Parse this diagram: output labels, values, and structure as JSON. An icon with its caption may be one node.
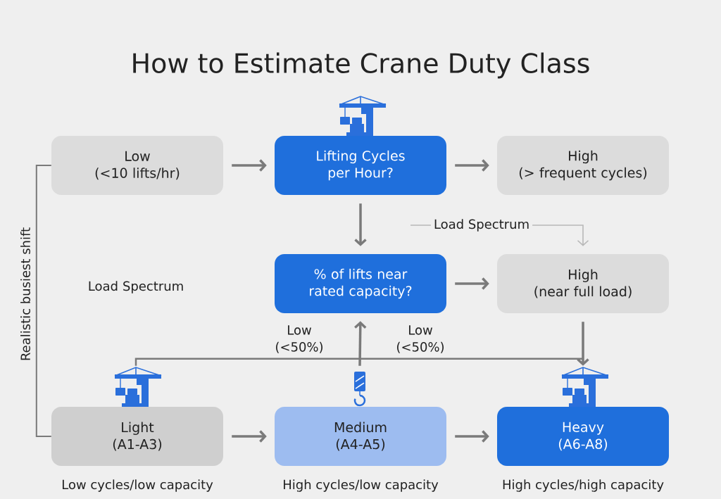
{
  "diagram": {
    "title": "How to Estimate Crane Duty Class",
    "nodes": [
      {
        "text": [
          "Low",
          "(<10 lifts/hr)"
        ]
      },
      {
        "text": [
          "Lifting Cycles per Hour?"
        ]
      },
      {
        "text": [
          "High",
          "(> frequent cycles)"
        ]
      },
      {
        "text": [
          "% of lifts near rated capacity?"
        ]
      },
      {
        "text": [
          "High",
          "(near full load)"
        ]
      },
      {
        "text": [],
        "shape": "picture"
      },
      {
        "text": [],
        "shape": "picture"
      },
      {
        "text": [],
        "shape": "picture"
      },
      {
        "text": [
          "Light",
          "(A1-A3)"
        ],
        "beside": [
          "Low cycles/low capacity"
        ]
      },
      {
        "text": [
          "Medium",
          "(A4-A5)"
        ],
        "beside": [
          "High cycles/low capacity"
        ]
      },
      {
        "text": [
          "Heavy",
          "(A6-A8)"
        ],
        "beside": [
          "High cycles/high capacity"
        ]
      }
    ],
    "edges": [
      {
        "from": 0,
        "to": 1,
        "arrow": "to"
      },
      {
        "from": 1,
        "to": 2,
        "arrow": "to"
      },
      {
        "from": 1,
        "to": 3,
        "arrow": "to"
      },
      {
        "from": 3,
        "to": 4,
        "arrow": "to"
      },
      {
        "from": 4,
        "to": 7,
        "arrow": "to"
      },
      {
        "from": 5,
        "to": 7,
        "arrow": "none"
      },
      {
        "from": 6,
        "to": 3,
        "arrow": "to"
      },
      {
        "from": 8,
        "to": 9,
        "arrow": "to"
      },
      {
        "from": 9,
        "to": 10,
        "arrow": "to"
      },
      {
        "from": 0,
        "to": 8,
        "arrow": "none",
        "label": "Realistic busiest shift"
      },
      {
        "from": null,
        "to": 4,
        "arrow": "to",
        "label": "Load Spectrum",
        "color": "#b8b8b8"
      }
    ],
    "labels": [
      "Load Spectrum",
      "Low (<50%)",
      "Low (<50%)"
    ]
  }
}
